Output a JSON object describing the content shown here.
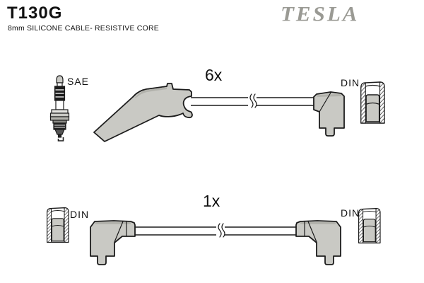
{
  "header": {
    "part_number": "T130G",
    "subtitle": "8mm SILICONE CABLE- RESISTIVE CORE",
    "brand": "TESLA"
  },
  "top_cable": {
    "quantity": "6x",
    "spark_plug_end": "SAE",
    "coil_end": "DIN"
  },
  "bottom_cable": {
    "quantity": "1x",
    "left_end": "DIN",
    "right_end": "DIN"
  },
  "icons": {
    "spark_plug": "spark-plug-icon",
    "angled_boot": "angled-spark-plug-boot-icon",
    "elbow_boot": "elbow-boot-icon",
    "din_terminal": "din-terminal-cross-section-icon",
    "cable_break": "cable-break-icon"
  },
  "colors": {
    "boot_fill": "#c9c9c4",
    "boot_shade": "#b2b2ac",
    "outline": "#1c1c1c",
    "brand_gray": "#9a9a94",
    "background": "#ffffff",
    "text": "#111111"
  }
}
